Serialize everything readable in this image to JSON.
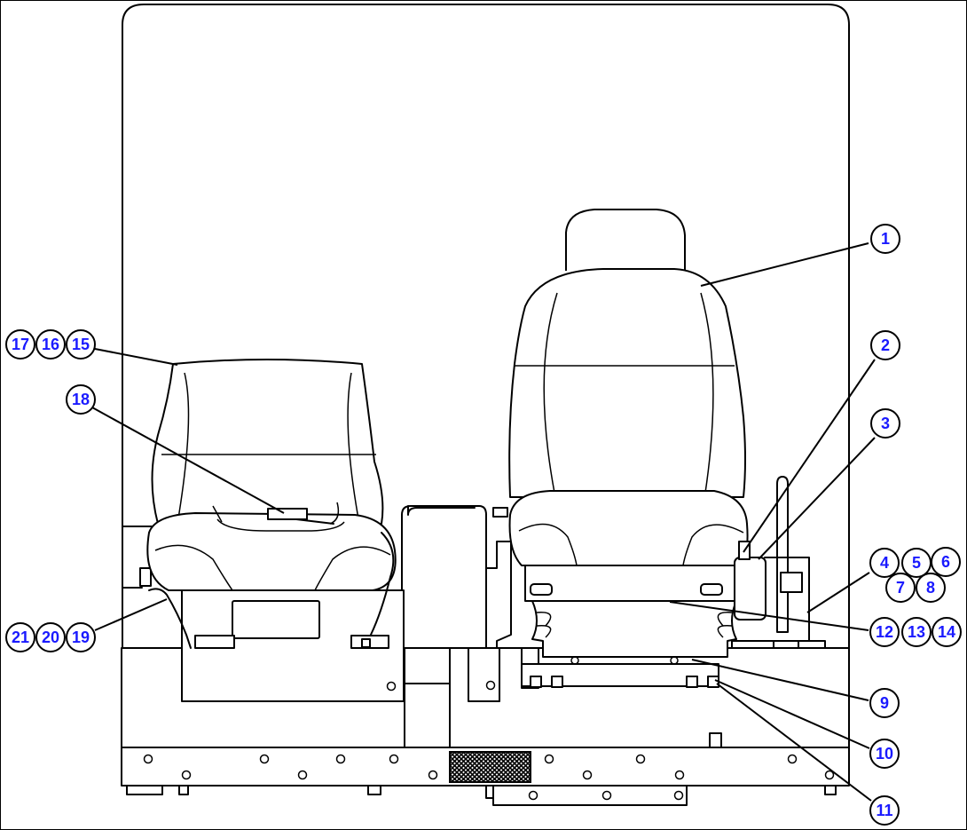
{
  "diagram": {
    "callouts": [
      {
        "id": "c1",
        "label": "1"
      },
      {
        "id": "c2",
        "label": "2"
      },
      {
        "id": "c3",
        "label": "3"
      },
      {
        "id": "c4",
        "label": "4"
      },
      {
        "id": "c5",
        "label": "5"
      },
      {
        "id": "c6",
        "label": "6"
      },
      {
        "id": "c7",
        "label": "7"
      },
      {
        "id": "c8",
        "label": "8"
      },
      {
        "id": "c9",
        "label": "9"
      },
      {
        "id": "c10",
        "label": "10"
      },
      {
        "id": "c11",
        "label": "11"
      },
      {
        "id": "c12",
        "label": "12"
      },
      {
        "id": "c13",
        "label": "13"
      },
      {
        "id": "c14",
        "label": "14"
      },
      {
        "id": "c15",
        "label": "15"
      },
      {
        "id": "c16",
        "label": "16"
      },
      {
        "id": "c17",
        "label": "17"
      },
      {
        "id": "c18",
        "label": "18"
      },
      {
        "id": "c19",
        "label": "19"
      },
      {
        "id": "c20",
        "label": "20"
      },
      {
        "id": "c21",
        "label": "21"
      }
    ],
    "colors": {
      "callout_text": "#1a1aff",
      "line": "#000000",
      "background": "#ffffff"
    }
  }
}
